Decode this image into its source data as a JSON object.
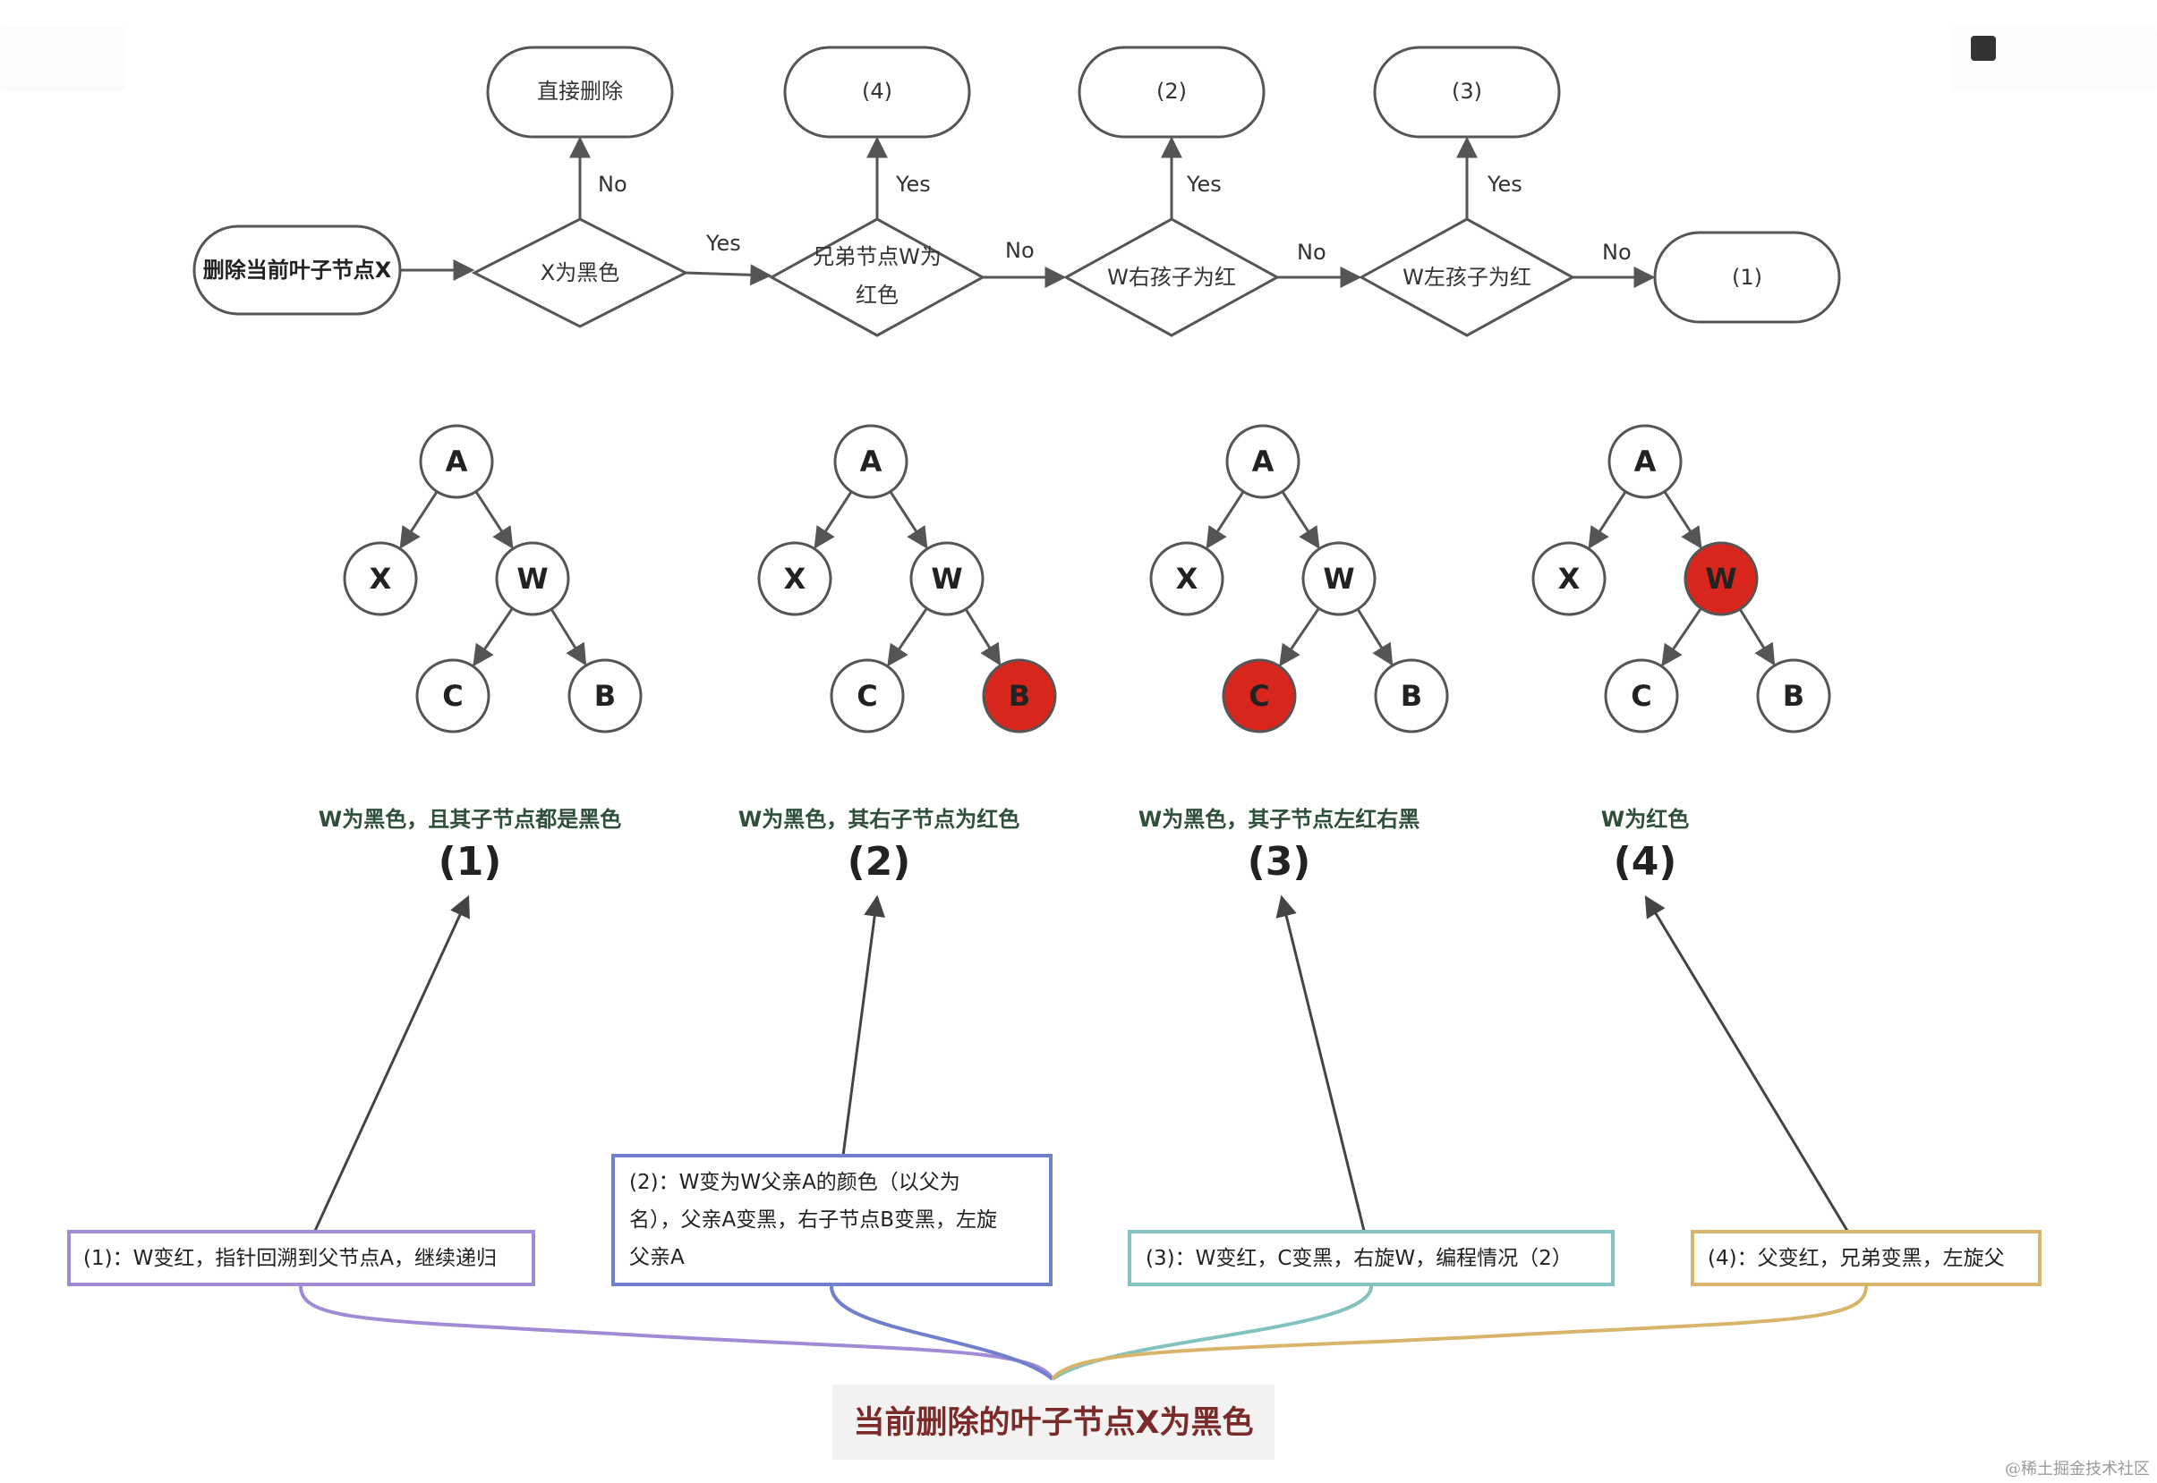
{
  "flowchart": {
    "start": "删除当前叶子节点X",
    "decisions": {
      "is_black": "X为黑色",
      "sibling_red_1": "兄弟节点W为",
      "sibling_red_2": "红色",
      "right_child_red": "W右孩子为红",
      "left_child_red": "W左孩子为红"
    },
    "terminals": {
      "direct_delete": "直接删除",
      "case4": "(4)",
      "case2": "(2)",
      "case3": "(3)",
      "case1": "(1)"
    },
    "edge_labels": {
      "no": "No",
      "yes": "Yes"
    }
  },
  "trees": [
    {
      "nodes": {
        "A": "A",
        "X": "X",
        "W": "W",
        "C": "C",
        "B": "B"
      },
      "red": [],
      "caption": "W为黑色，且其子节点都是黑色",
      "number": "(1)"
    },
    {
      "nodes": {
        "A": "A",
        "X": "X",
        "W": "W",
        "C": "C",
        "B": "B"
      },
      "red": [
        "B"
      ],
      "caption": "W为黑色，其右子节点为红色",
      "number": "(2)"
    },
    {
      "nodes": {
        "A": "A",
        "X": "X",
        "W": "W",
        "C": "C",
        "B": "B"
      },
      "red": [
        "C"
      ],
      "caption": "W为黑色，其子节点左红右黑",
      "number": "(3)"
    },
    {
      "nodes": {
        "A": "A",
        "X": "X",
        "W": "W",
        "C": "C",
        "B": "B"
      },
      "red": [
        "W"
      ],
      "caption": "W为红色",
      "number": "(4)"
    }
  ],
  "notes": {
    "n1": "(1)：W变红，指针回溯到父节点A，继续递归",
    "n2_line1": "(2)：W变为W父亲A的颜色（以父为",
    "n2_line2": "名），父亲A变黑，右子节点B变黑，左旋",
    "n2_line3": "父亲A",
    "n3": "(3)：W变红，C变黑，右旋W，编程情况（2）",
    "n4": "(4)：父变红，兄弟变黑，左旋父"
  },
  "root_label": "当前删除的叶子节点X为黑色",
  "watermark": "@稀土掘金技术社区",
  "colors": {
    "red_node": "#d9261c",
    "note1": "#a08bd6",
    "note2": "#6f7fcc",
    "note3": "#82c3c0",
    "note4": "#d8b56a",
    "root_bg": "#f2f2f2",
    "caption": "#2f4f3a"
  }
}
